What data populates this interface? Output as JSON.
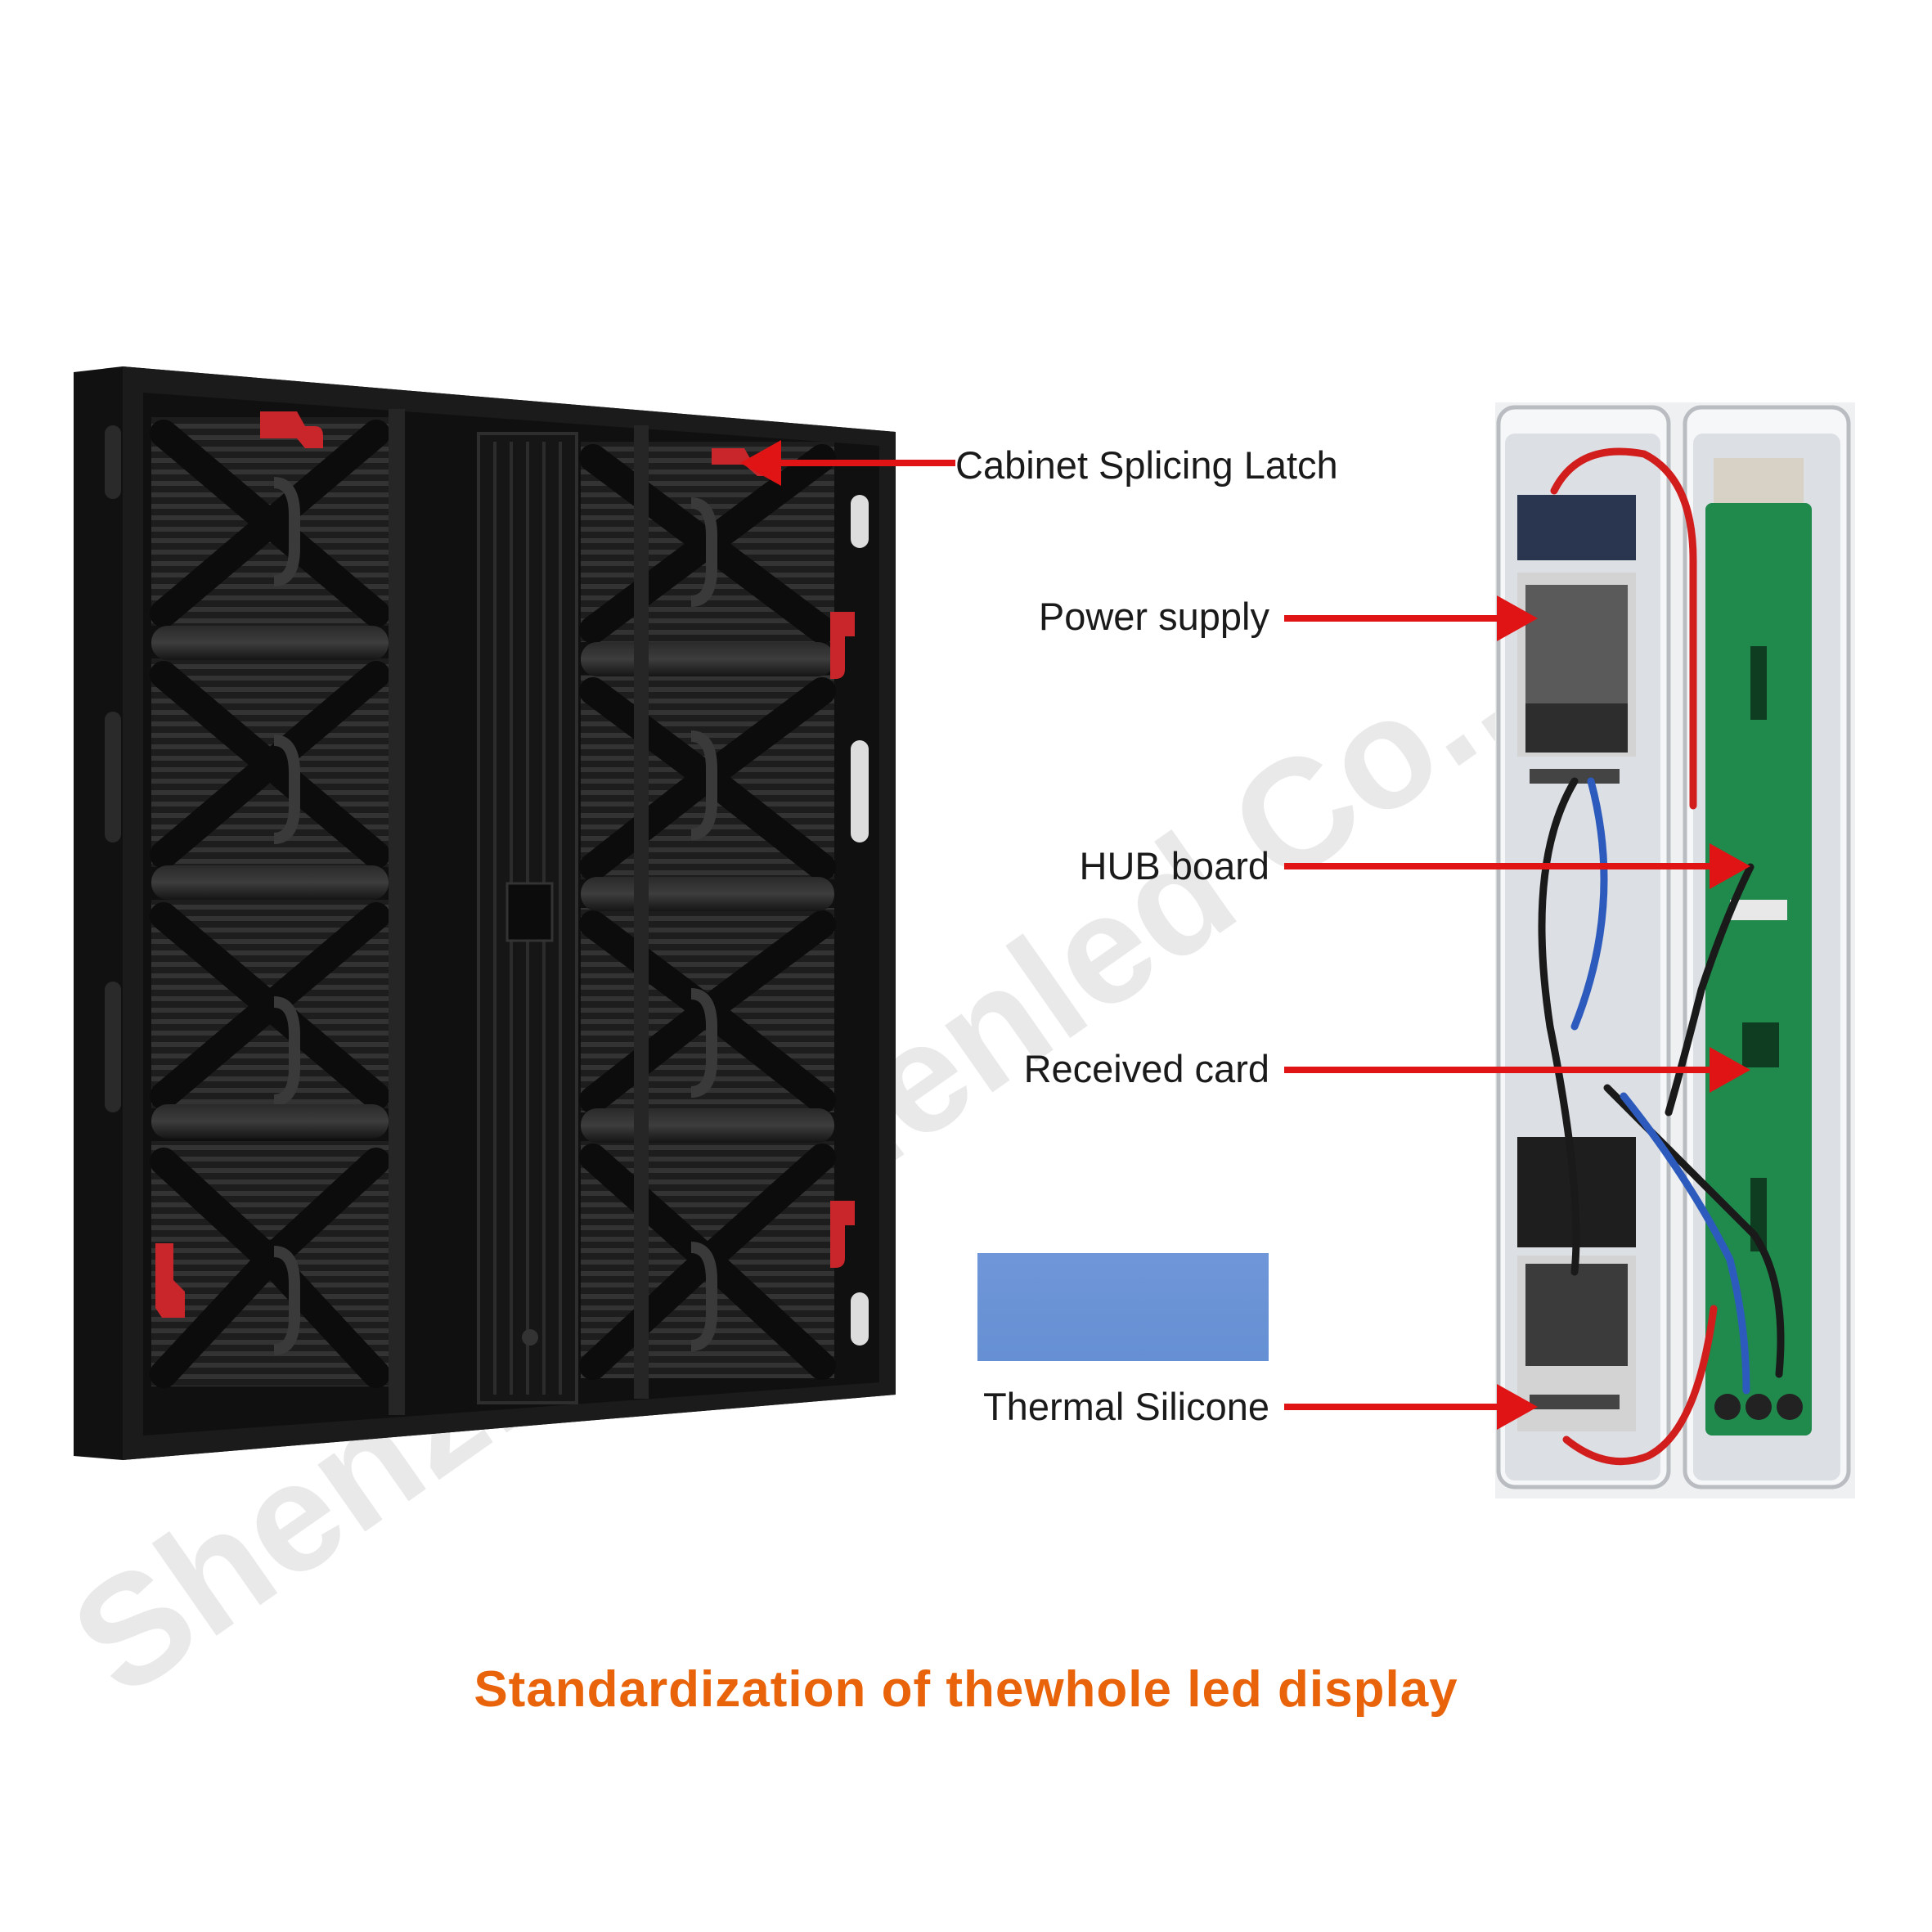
{
  "watermark": "Shenzhen Yuenled Co.,",
  "labels": {
    "latch": "Cabinet Splicing Latch",
    "power": "Power supply",
    "hub": "HUB board",
    "received": "Received card",
    "thermal": "Thermal Silicone"
  },
  "caption": "Standardization of thewhole led display",
  "colors": {
    "caption": "#e8630a",
    "arrow": "#e01414",
    "thermal_swatch": "#6b93d6",
    "cabinet": "#1b1b1b",
    "latch": "#c8262a",
    "pcb": "#1f8a4c"
  },
  "icons": [
    "led-cabinet-back",
    "power-box-photo",
    "thermal-silicone-swatch",
    "arrow-icon"
  ]
}
